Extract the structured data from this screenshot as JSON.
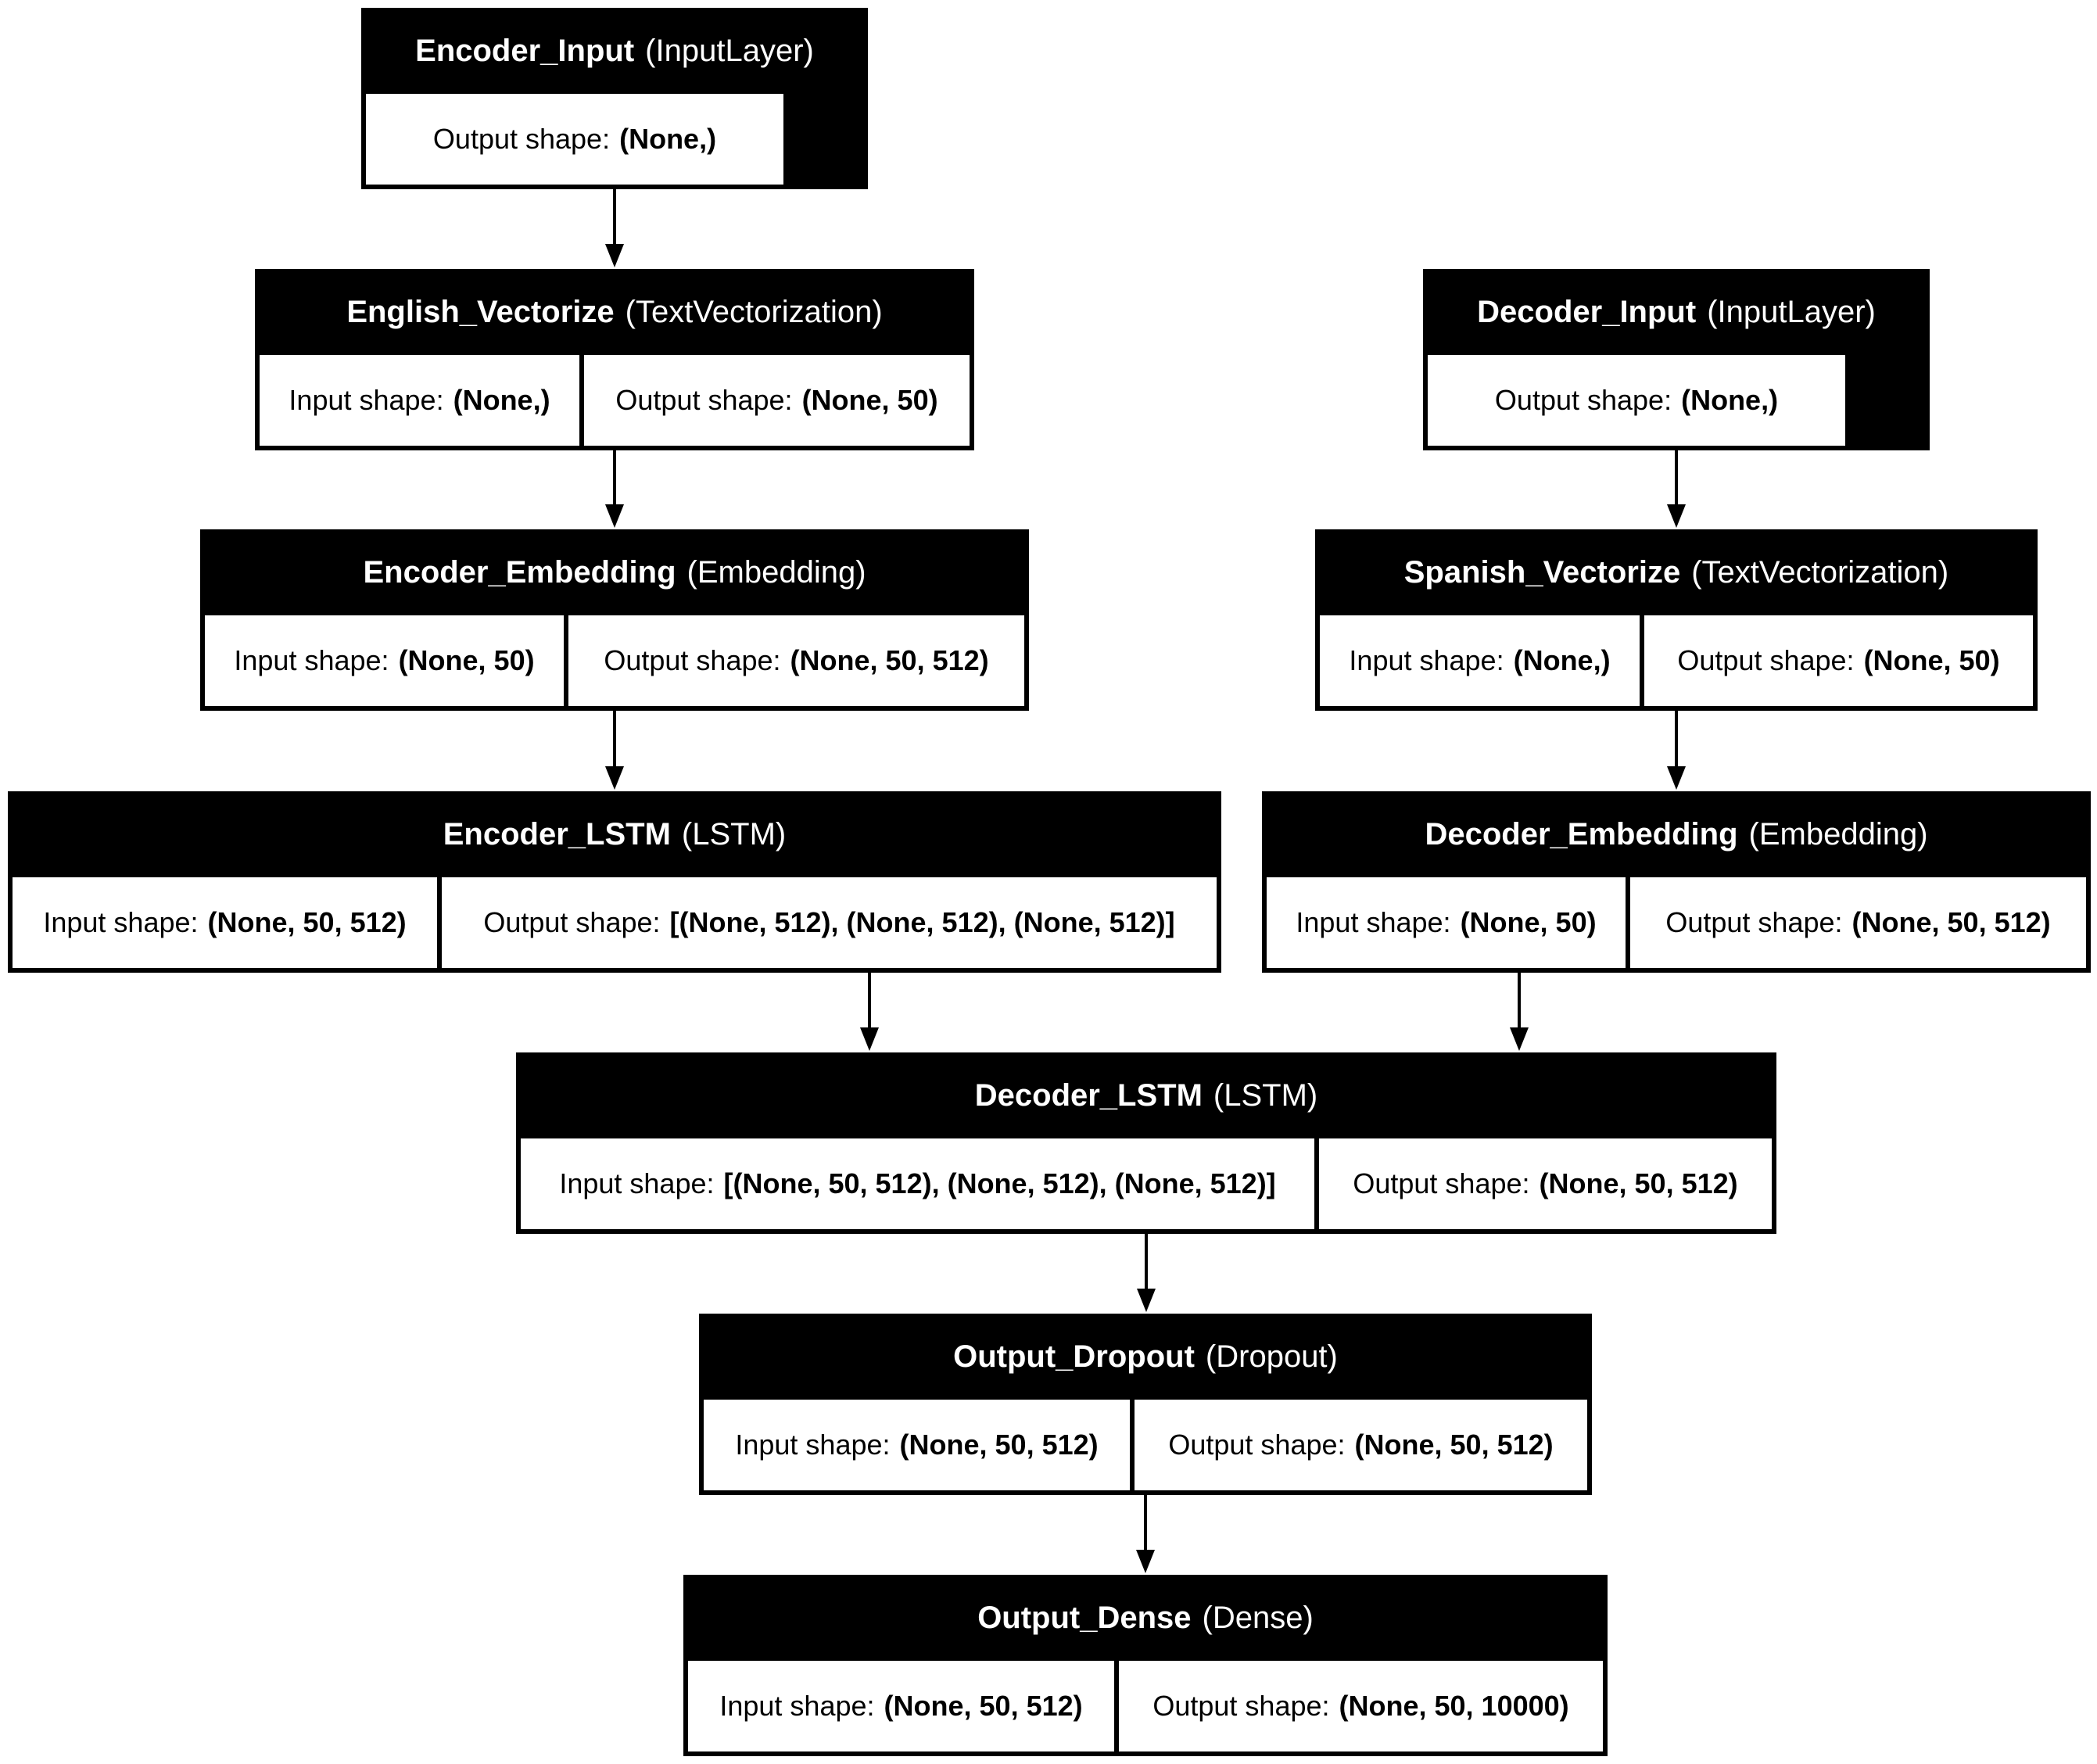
{
  "nodes": [
    {
      "id": "encoder_input",
      "name": "Encoder_Input",
      "type": "(InputLayer)",
      "input_label": "",
      "input_value": "",
      "output_label": "Output shape:",
      "output_value": "(None,)"
    },
    {
      "id": "english_vectorize",
      "name": "English_Vectorize",
      "type": "(TextVectorization)",
      "input_label": "Input shape:",
      "input_value": "(None,)",
      "output_label": "Output shape:",
      "output_value": "(None, 50)"
    },
    {
      "id": "decoder_input",
      "name": "Decoder_Input",
      "type": "(InputLayer)",
      "input_label": "",
      "input_value": "",
      "output_label": "Output shape:",
      "output_value": "(None,)"
    },
    {
      "id": "encoder_embedding",
      "name": "Encoder_Embedding",
      "type": "(Embedding)",
      "input_label": "Input shape:",
      "input_value": "(None, 50)",
      "output_label": "Output shape:",
      "output_value": "(None, 50, 512)"
    },
    {
      "id": "spanish_vectorize",
      "name": "Spanish_Vectorize",
      "type": "(TextVectorization)",
      "input_label": "Input shape:",
      "input_value": "(None,)",
      "output_label": "Output shape:",
      "output_value": "(None, 50)"
    },
    {
      "id": "encoder_lstm",
      "name": "Encoder_LSTM",
      "type": "(LSTM)",
      "input_label": "Input shape:",
      "input_value": "(None, 50, 512)",
      "output_label": "Output shape:",
      "output_value": "[(None, 512), (None, 512), (None, 512)]"
    },
    {
      "id": "decoder_embedding",
      "name": "Decoder_Embedding",
      "type": "(Embedding)",
      "input_label": "Input shape:",
      "input_value": "(None, 50)",
      "output_label": "Output shape:",
      "output_value": "(None, 50, 512)"
    },
    {
      "id": "decoder_lstm",
      "name": "Decoder_LSTM",
      "type": "(LSTM)",
      "input_label": "Input shape:",
      "input_value": "[(None, 50, 512), (None, 512), (None, 512)]",
      "output_label": "Output shape:",
      "output_value": "(None, 50, 512)"
    },
    {
      "id": "output_dropout",
      "name": "Output_Dropout",
      "type": "(Dropout)",
      "input_label": "Input shape:",
      "input_value": "(None, 50, 512)",
      "output_label": "Output shape:",
      "output_value": "(None, 50, 512)"
    },
    {
      "id": "output_dense",
      "name": "Output_Dense",
      "type": "(Dense)",
      "input_label": "Input shape:",
      "input_value": "(None, 50, 512)",
      "output_label": "Output shape:",
      "output_value": "(None, 50, 10000)"
    }
  ],
  "edges": [
    {
      "from": "encoder_input",
      "to": "english_vectorize"
    },
    {
      "from": "english_vectorize",
      "to": "encoder_embedding"
    },
    {
      "from": "encoder_embedding",
      "to": "encoder_lstm"
    },
    {
      "from": "decoder_input",
      "to": "spanish_vectorize"
    },
    {
      "from": "spanish_vectorize",
      "to": "decoder_embedding"
    },
    {
      "from": "encoder_lstm",
      "to": "decoder_lstm"
    },
    {
      "from": "decoder_embedding",
      "to": "decoder_lstm"
    },
    {
      "from": "decoder_lstm",
      "to": "output_dropout"
    },
    {
      "from": "output_dropout",
      "to": "output_dense"
    }
  ]
}
